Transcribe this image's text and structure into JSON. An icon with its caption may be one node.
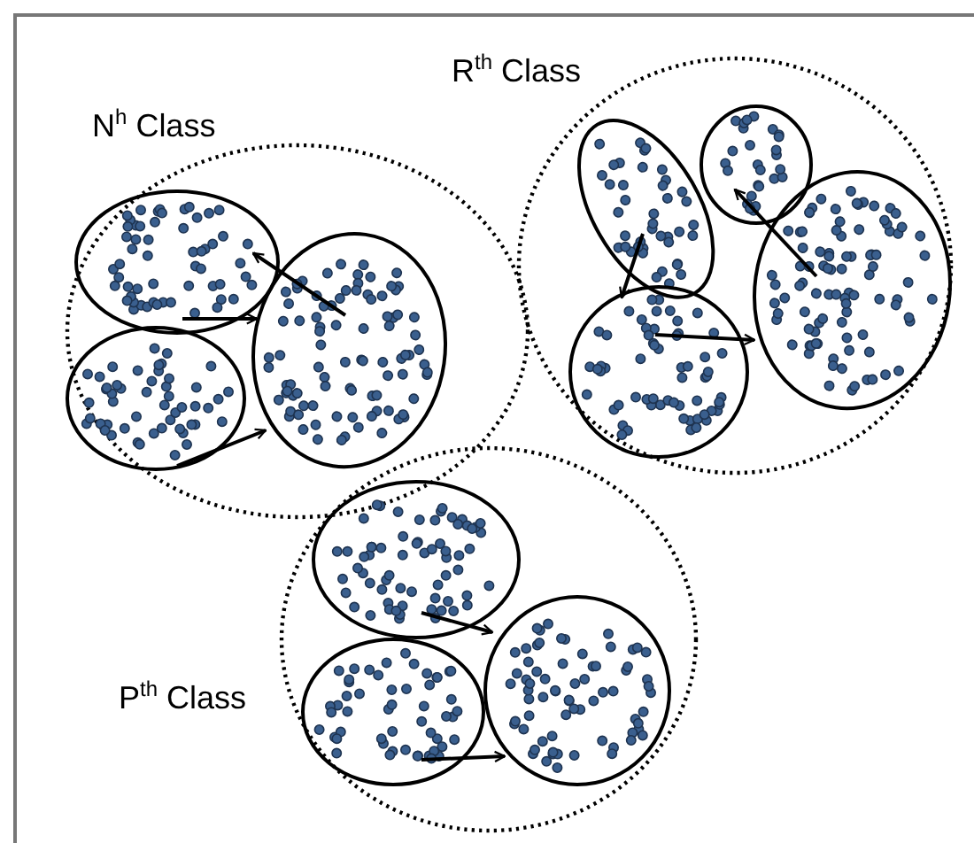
{
  "diagram": {
    "nodes": [
      {
        "text": [
          "N$^{h}$ Class"
        ]
      },
      {
        "text": [],
        "shape": "ellipse",
        "in": 0
      },
      {
        "text": [],
        "shape": "ellipse",
        "in": 0
      },
      {
        "text": [],
        "shape": "ellipse",
        "in": 0
      },
      {
        "text": [
          "R$^{th}$ Class"
        ]
      },
      {
        "text": [],
        "shape": "ellipse",
        "in": 4
      },
      {
        "text": [],
        "shape": "ellipse",
        "in": 4
      },
      {
        "text": [],
        "shape": "ellipse",
        "in": 4
      },
      {
        "text": [],
        "shape": "ellipse",
        "in": 4
      },
      {
        "text": [
          "P$^{th}$ Class"
        ]
      },
      {
        "text": [],
        "shape": "ellipse",
        "in": 9
      },
      {
        "text": [],
        "shape": "ellipse",
        "in": 9
      },
      {
        "text": [],
        "shape": "ellipse",
        "in": 9
      }
    ],
    "edges": [
      {
        "from": 3,
        "to": 1,
        "arrow": "to"
      },
      {
        "from": 1,
        "to": 3,
        "arrow": "to"
      },
      {
        "from": 2,
        "to": 3,
        "arrow": "to"
      },
      {
        "from": 5,
        "to": 7,
        "arrow": "to"
      },
      {
        "from": 7,
        "to": 8,
        "arrow": "to"
      },
      {
        "from": 8,
        "to": 6,
        "arrow": "to"
      },
      {
        "from": 10,
        "to": 12,
        "arrow": "to"
      },
      {
        "from": 11,
        "to": 12,
        "arrow": "to"
      }
    ]
  }
}
